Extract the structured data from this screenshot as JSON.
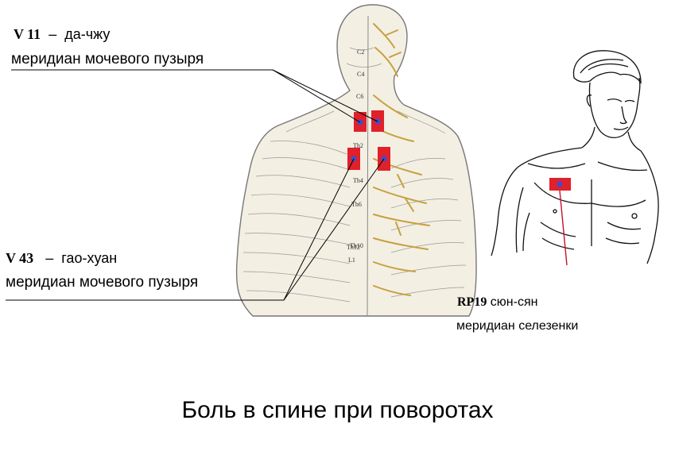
{
  "title": "Боль в спине при поворотах",
  "points": {
    "v11": {
      "code": "V 11",
      "dash": "–",
      "name": "да-чжу",
      "meridian": "меридиан мочевого пузыря"
    },
    "v43": {
      "code": "V 43",
      "dash": "–",
      "name": "гао-хуан",
      "meridian": "меридиан мочевого пузыря"
    },
    "rp19": {
      "code": "RP19",
      "name": "сюн-сян",
      "meridian": "меридиан селезенки"
    }
  },
  "vertebra_labels": [
    "C2",
    "C4",
    "C6",
    "Th2",
    "Th4",
    "Th6",
    "Th10",
    "Th12",
    "L1"
  ],
  "colors": {
    "marker_fill": "#e0202a",
    "marker_dot": "#3a4fd0",
    "nerve": "#c8a040",
    "skin": "#f3efe3",
    "outline": "#666666",
    "rp19_line": "#c8102e"
  }
}
